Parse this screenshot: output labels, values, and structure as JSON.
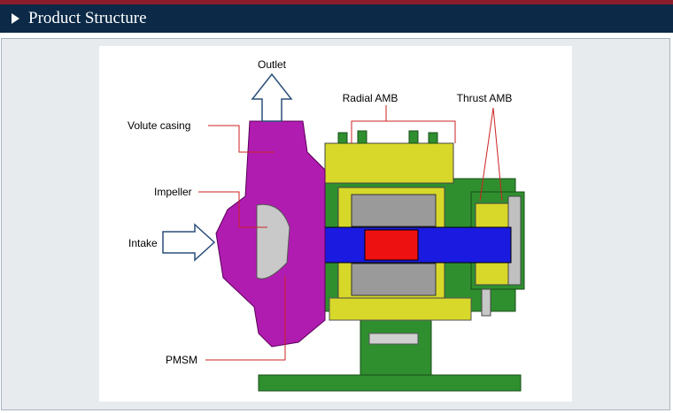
{
  "header": {
    "title": "Product Structure"
  },
  "diagram": {
    "labels": {
      "outlet": "Outlet",
      "radial_amb": "Radial AMB",
      "thrust_amb": "Thrust AMB",
      "volute_casing": "Volute casing",
      "impeller": "Impeller",
      "intake": "Intake",
      "pmsm": "PMSM"
    },
    "colors": {
      "casing": "#b01cb0",
      "yellow": "#d8d82a",
      "green": "#2f8f2f",
      "cyan": "#2ab5b5",
      "shaft": "#1a1ae0",
      "rotor": "#ee1111",
      "leader": "#cc2222"
    }
  }
}
